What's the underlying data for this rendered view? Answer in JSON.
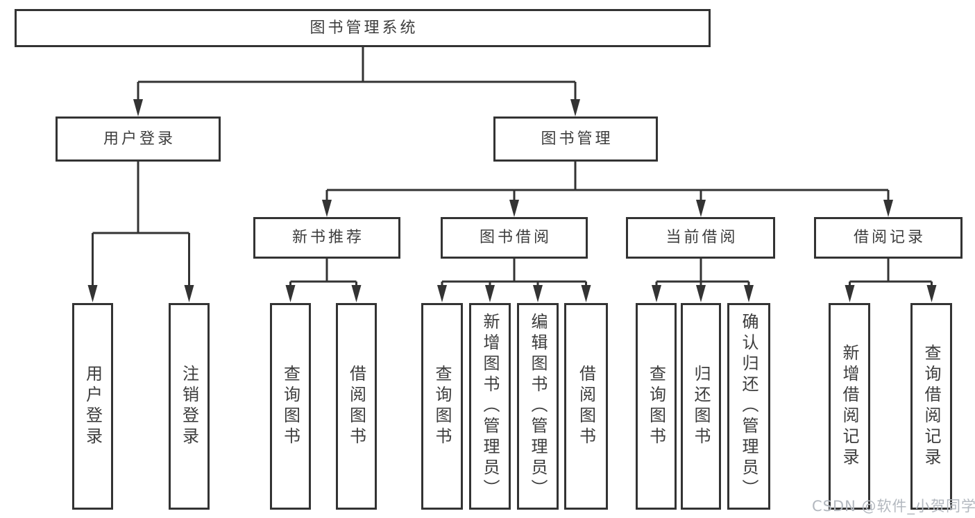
{
  "tree": {
    "label": "图书管理系统",
    "children": [
      {
        "label": "用户登录",
        "children": [
          {
            "label": "用户登录"
          },
          {
            "label": "注销登录"
          }
        ]
      },
      {
        "label": "图书管理",
        "children": [
          {
            "label": "新书推荐",
            "children": [
              {
                "label": "查询图书"
              },
              {
                "label": "借阅图书"
              }
            ]
          },
          {
            "label": "图书借阅",
            "children": [
              {
                "label": "查询图书"
              },
              {
                "label": "新增图书（管理员）"
              },
              {
                "label": "编辑图书（管理员）"
              },
              {
                "label": "借阅图书"
              }
            ]
          },
          {
            "label": "当前借阅",
            "children": [
              {
                "label": "查询图书"
              },
              {
                "label": "归还图书"
              },
              {
                "label": "确认归还（管理员）"
              }
            ]
          },
          {
            "label": "借阅记录",
            "children": [
              {
                "label": "新增借阅记录"
              },
              {
                "label": "查询借阅记录"
              }
            ]
          }
        ]
      }
    ]
  },
  "watermark": {
    "text": "CSDN @软件_小贺同学"
  },
  "colors": {
    "line": "#333333",
    "text": "#3d3d3d",
    "watermark": "#b3b8bf",
    "background": "#ffffff"
  }
}
